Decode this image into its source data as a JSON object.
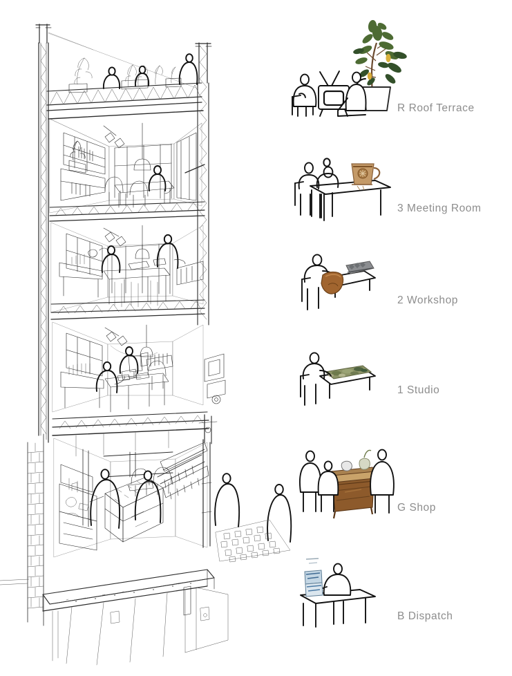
{
  "document": {
    "type": "architectural-building-section",
    "title": "Building Section with Programme Key",
    "background_color": "#ffffff",
    "ink_color": "#1d1d1d",
    "label_color": "#8d8d8d"
  },
  "levels": [
    {
      "code": "R",
      "name": "Roof Terrace",
      "label": "R Roof Terrace",
      "vignette": {
        "name": "roof-terrace-vignette",
        "elements": [
          "seated figure",
          "television with antenna",
          "kneeling figure",
          "potted lemon tree"
        ],
        "accent_colors": [
          "#4f6b35",
          "#2f4a22",
          "#d8b43f",
          "#7a5a3a"
        ]
      }
    },
    {
      "code": "3",
      "name": "Meeting Room",
      "label": "3  Meeting Room",
      "vignette": {
        "name": "meeting-room-vignette",
        "elements": [
          "two seated figures",
          "long table",
          "ornate teacup"
        ],
        "accent_colors": [
          "#b98a53",
          "#8a5d2e",
          "#e3c79c"
        ]
      }
    },
    {
      "code": "2",
      "name": "Workshop",
      "label": "2 Workshop",
      "vignette": {
        "name": "workshop-vignette",
        "elements": [
          "seated figure at bench",
          "leather tool bag",
          "grey machine tool"
        ],
        "accent_colors": [
          "#9d6232",
          "#c08448",
          "#7d7f82"
        ]
      }
    },
    {
      "code": "1",
      "name": "Studio",
      "label": "1  Studio",
      "vignette": {
        "name": "studio-vignette",
        "elements": [
          "seated figure",
          "desk",
          "landscape model"
        ],
        "accent_colors": [
          "#6b7a4a",
          "#9aa36f",
          "#4d5a3c"
        ]
      }
    },
    {
      "code": "G",
      "name": "Shop",
      "label": "G Shop",
      "vignette": {
        "name": "shop-vignette",
        "elements": [
          "three standing figures",
          "antique display cabinet",
          "counter objects"
        ],
        "accent_colors": [
          "#8a5630",
          "#6e3f20",
          "#b08a5a"
        ]
      }
    },
    {
      "code": "B",
      "name": "Dispatch",
      "label": "B Dispatch",
      "vignette": {
        "name": "dispatch-vignette",
        "elements": [
          "seated figure",
          "packing table",
          "stacked parcels"
        ],
        "accent_colors": [
          "#7e9ab5",
          "#3f6288",
          "#c3d3e0"
        ]
      }
    }
  ],
  "section": {
    "name": "building-section-drawing",
    "storeys": [
      {
        "key": "roof-terrace",
        "label": "R"
      },
      {
        "key": "meeting-room",
        "label": "3"
      },
      {
        "key": "workshop",
        "label": "2"
      },
      {
        "key": "studio",
        "label": "1"
      },
      {
        "key": "shop",
        "label": "G"
      },
      {
        "key": "dispatch",
        "label": "B"
      }
    ],
    "features": [
      "steel lattice column left",
      "brick party wall",
      "open web floor trusses",
      "glazed street facade",
      "paved forecourt",
      "pedestrian figures",
      "pendant lights",
      "planters on roof"
    ]
  }
}
